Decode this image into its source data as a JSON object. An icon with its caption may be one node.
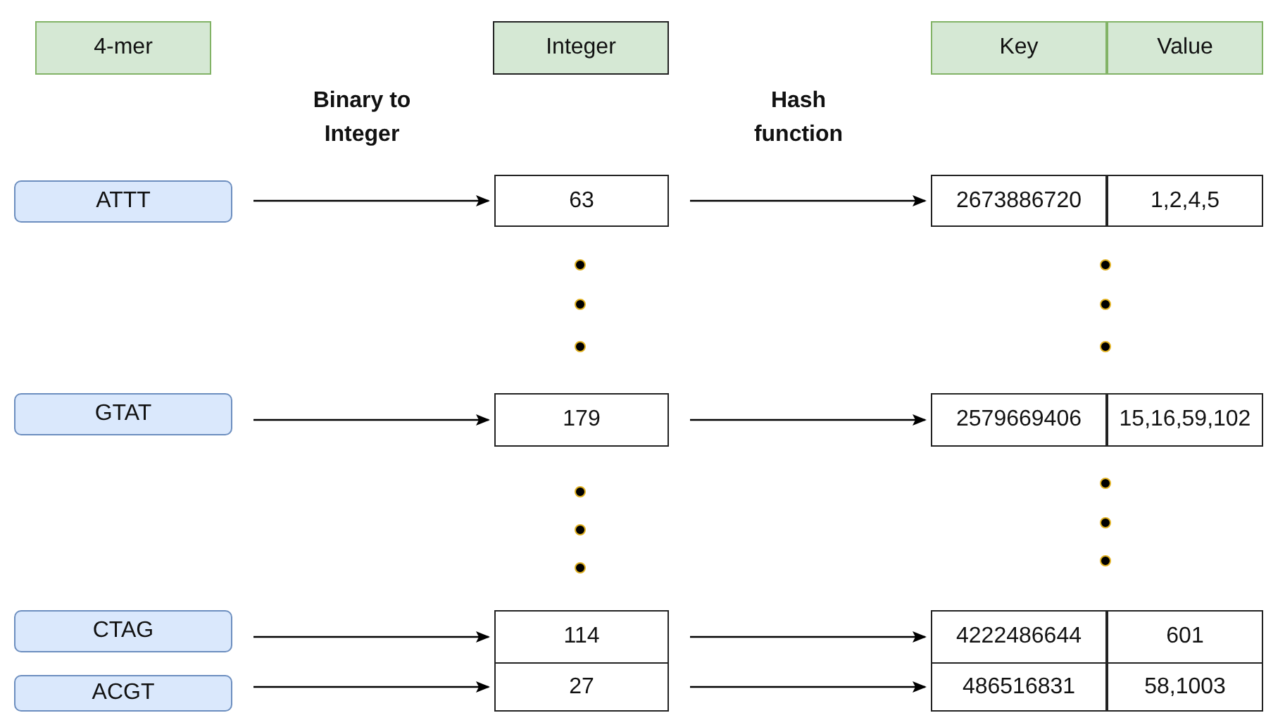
{
  "diagram": {
    "nodes": [
      {
        "text": [
          "4-mer"
        ]
      },
      {
        "text": [
          "Integer"
        ]
      },
      {
        "text": [
          "Key"
        ]
      },
      {
        "text": [
          "Value"
        ]
      },
      {
        "text": [
          "ATTT"
        ]
      },
      {
        "text": [
          "63"
        ]
      },
      {
        "text": [
          "2673886720"
        ]
      },
      {
        "text": [
          "1,2,4,5"
        ]
      },
      {
        "text": [
          "GTAT"
        ]
      },
      {
        "text": [
          "179"
        ]
      },
      {
        "text": [
          "2579669406"
        ]
      },
      {
        "text": [
          "15,16,59,102"
        ]
      },
      {
        "text": [
          "CTAG"
        ]
      },
      {
        "text": [
          "114"
        ]
      },
      {
        "text": [
          "4222486644"
        ]
      },
      {
        "text": [
          "601"
        ]
      },
      {
        "text": [
          "ACGT"
        ]
      },
      {
        "text": [
          "27"
        ]
      },
      {
        "text": [
          "486516831"
        ]
      },
      {
        "text": [
          "58,1003"
        ]
      }
    ],
    "edges": [
      {
        "from": 4,
        "to": 5,
        "arrow": "to"
      },
      {
        "from": 5,
        "to": 6,
        "arrow": "to"
      },
      {
        "from": 8,
        "to": 9,
        "arrow": "to"
      },
      {
        "from": 9,
        "to": 10,
        "arrow": "to"
      },
      {
        "from": 12,
        "to": 13,
        "arrow": "to"
      },
      {
        "from": 13,
        "to": 14,
        "arrow": "to"
      },
      {
        "from": 16,
        "to": 17,
        "arrow": "to"
      },
      {
        "from": 17,
        "to": 18,
        "arrow": "to"
      }
    ],
    "labels": [
      "Binary to Integer",
      "Hash function"
    ]
  }
}
